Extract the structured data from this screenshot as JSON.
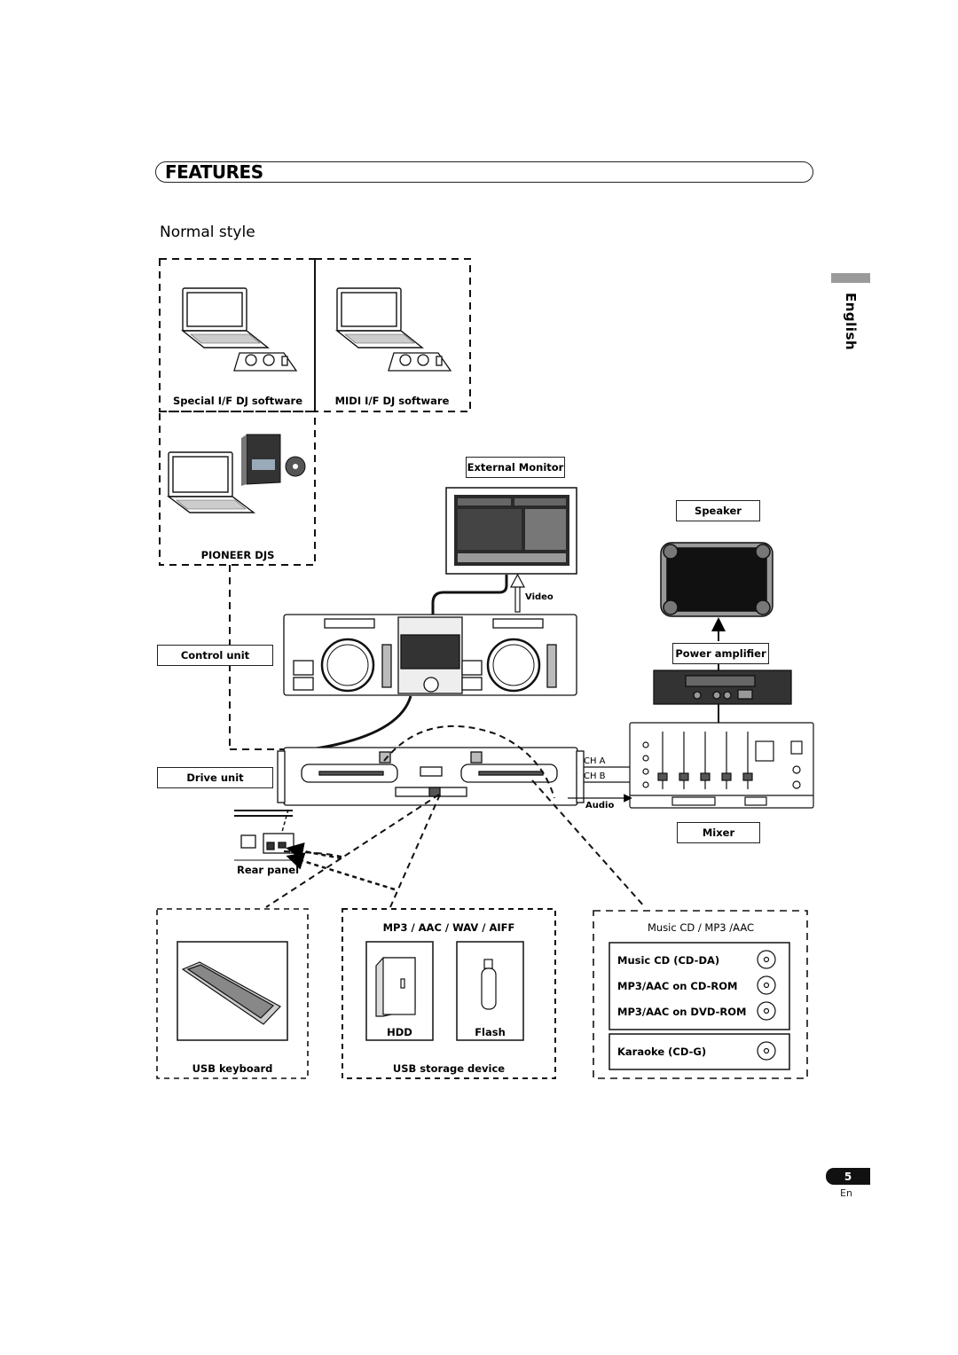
{
  "header": {
    "title": "FEATURES"
  },
  "section": {
    "title": "Normal style"
  },
  "side_tab": {
    "language": "English"
  },
  "software": {
    "special": "Special I/F DJ software",
    "midi": "MIDI I/F DJ software",
    "djs": "PIONEER DJS"
  },
  "video": {
    "monitor_label": "External Monitor",
    "cable_label": "Video"
  },
  "units": {
    "control": "Control unit",
    "drive": "Drive unit",
    "rear": "Rear panel"
  },
  "audio_chain": {
    "speaker": "Speaker",
    "amplifier": "Power amplifier",
    "mixer": "Mixer",
    "ch_a": "CH A",
    "ch_b": "CH B",
    "audio": "Audio"
  },
  "usb_keyboard": {
    "label": "USB keyboard"
  },
  "usb_storage": {
    "formats": "MP3 / AAC / WAV / AIFF",
    "hdd": "HDD",
    "flash": "Flash",
    "label": "USB storage device"
  },
  "discs": {
    "header": "Music CD / MP3 /AAC",
    "items": [
      "Music CD (CD-DA)",
      "MP3/AAC on CD-ROM",
      "MP3/AAC on DVD-ROM"
    ],
    "karaoke": "Karaoke (CD-G)"
  },
  "footer": {
    "page": "5",
    "lang": "En"
  }
}
